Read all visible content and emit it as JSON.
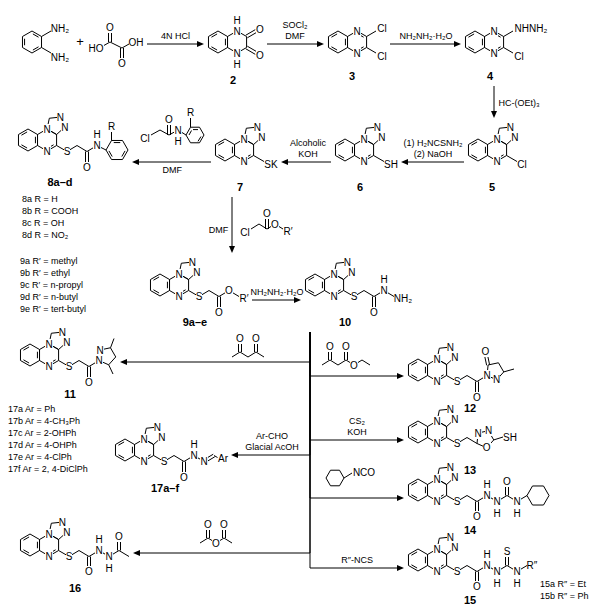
{
  "diagram": {
    "nodes": [
      {
        "text": [
          "NH₂",
          "NH₂"
        ]
      },
      {
        "text": [
          "HO",
          "O",
          "O",
          "OH"
        ]
      },
      {
        "text": [
          "H",
          "N",
          "N",
          "H",
          "O",
          "O",
          "2"
        ]
      },
      {
        "text": [
          "N",
          "N",
          "Cl",
          "Cl",
          "3"
        ]
      },
      {
        "text": [
          "N",
          "N",
          "NHNH₂",
          "Cl",
          "4"
        ]
      },
      {
        "text": [
          "N",
          "N",
          "N",
          "N",
          "S",
          "O",
          "N",
          "H",
          "R",
          "8a–d"
        ]
      },
      {
        "text": [
          "N",
          "N",
          "N",
          "N",
          "SK",
          "7"
        ]
      },
      {
        "text": [
          "N",
          "N",
          "N",
          "N",
          "SH",
          "6"
        ]
      },
      {
        "text": [
          "N",
          "N",
          "N",
          "N",
          "Cl",
          "5"
        ]
      },
      {
        "text": [
          "N",
          "N",
          "N",
          "N",
          "S",
          "O",
          "O",
          "R′",
          "9a–e"
        ]
      },
      {
        "text": [
          "N",
          "N",
          "N",
          "N",
          "S",
          "O",
          "N",
          "H",
          "NH₂",
          "10"
        ]
      },
      {
        "text": [
          "N",
          "N",
          "N",
          "N",
          "S",
          "O",
          "N",
          "N",
          "11"
        ]
      },
      {
        "text": [
          "N",
          "N",
          "N",
          "N",
          "S",
          "O",
          "N",
          "O",
          "N",
          "12"
        ]
      },
      {
        "text": [
          "N",
          "N",
          "N",
          "N",
          "S",
          "N",
          "N",
          "SH",
          "O",
          "13"
        ]
      },
      {
        "text": [
          "N",
          "N",
          "N",
          "N",
          "S",
          "O",
          "N",
          "H",
          "N",
          "Ar",
          "17a–f"
        ]
      },
      {
        "text": [
          "N",
          "N",
          "N",
          "N",
          "S",
          "O",
          "N",
          "H",
          "N",
          "H",
          "O",
          "N",
          "H",
          "14"
        ]
      },
      {
        "text": [
          "N",
          "N",
          "N",
          "N",
          "S",
          "O",
          "N",
          "H",
          "N",
          "H",
          "O",
          "16"
        ]
      },
      {
        "text": [
          "N",
          "N",
          "N",
          "N",
          "S",
          "O",
          "N",
          "H",
          "N",
          "H",
          "S",
          "N",
          "H",
          "R″",
          "15"
        ]
      }
    ],
    "edges": [
      {
        "from": 1,
        "to": 2,
        "arrow": "to",
        "label": "4N HCl"
      },
      {
        "from": 2,
        "to": 3,
        "arrow": "to",
        "label": "SOCl₂ DMF"
      },
      {
        "from": 3,
        "to": 4,
        "arrow": "to",
        "label": "NH₂NH₂·H₂O"
      },
      {
        "from": 4,
        "to": 8,
        "arrow": "to",
        "label": "HC-(OEt)₃"
      },
      {
        "from": 8,
        "to": 7,
        "arrow": "to",
        "label": "(1) H₂NCSNH₂ (2) NaOH"
      },
      {
        "from": 7,
        "to": 6,
        "arrow": "to",
        "label": "Alcoholic KOH"
      },
      {
        "from": 6,
        "to": 5,
        "arrow": "to",
        "label": "DMF"
      },
      {
        "from": 6,
        "to": 9,
        "arrow": "to",
        "label": "DMF"
      },
      {
        "from": 9,
        "to": 10,
        "arrow": "to",
        "label": "NH₂NH₂·H₂O"
      },
      {
        "from": 10,
        "to": 11,
        "arrow": "to"
      },
      {
        "from": 10,
        "to": 12,
        "arrow": "to"
      },
      {
        "from": 10,
        "to": 13,
        "arrow": "to",
        "label": "CS₂ KOH"
      },
      {
        "from": 10,
        "to": 14,
        "arrow": "to",
        "label": "Ar-CHO Glacial AcOH"
      },
      {
        "from": 10,
        "to": 15,
        "arrow": "to"
      },
      {
        "from": 10,
        "to": 17,
        "arrow": "to",
        "label": "R″-NCS"
      },
      {
        "from": 10,
        "to": 16,
        "arrow": "to"
      }
    ],
    "labels": [
      "+",
      "Cl",
      "O",
      "N",
      "H",
      "R",
      "Cl",
      "O",
      "O",
      "R′",
      "8a R = H",
      "8b R = COOH",
      "8c R = OH",
      "8d R = NO₂",
      "9a R′ = methyl",
      "9b R′ = ethyl",
      "9c R′ = n-propyl",
      "9d R′ = n-butyl",
      "9e R′ = tert-butyl",
      "O",
      "O",
      "O",
      "O",
      "O",
      "17a Ar = Ph",
      "17b Ar = 4-CH₃Ph",
      "17c Ar = 2-OHPh",
      "17d Ar = 4-OHPh",
      "17e Ar = 4-ClPh",
      "17f Ar = 2, 4-DiClPh",
      "NCO",
      "O",
      "O",
      "O",
      "15a R″ = Et",
      "15b R″ = Ph"
    ]
  }
}
